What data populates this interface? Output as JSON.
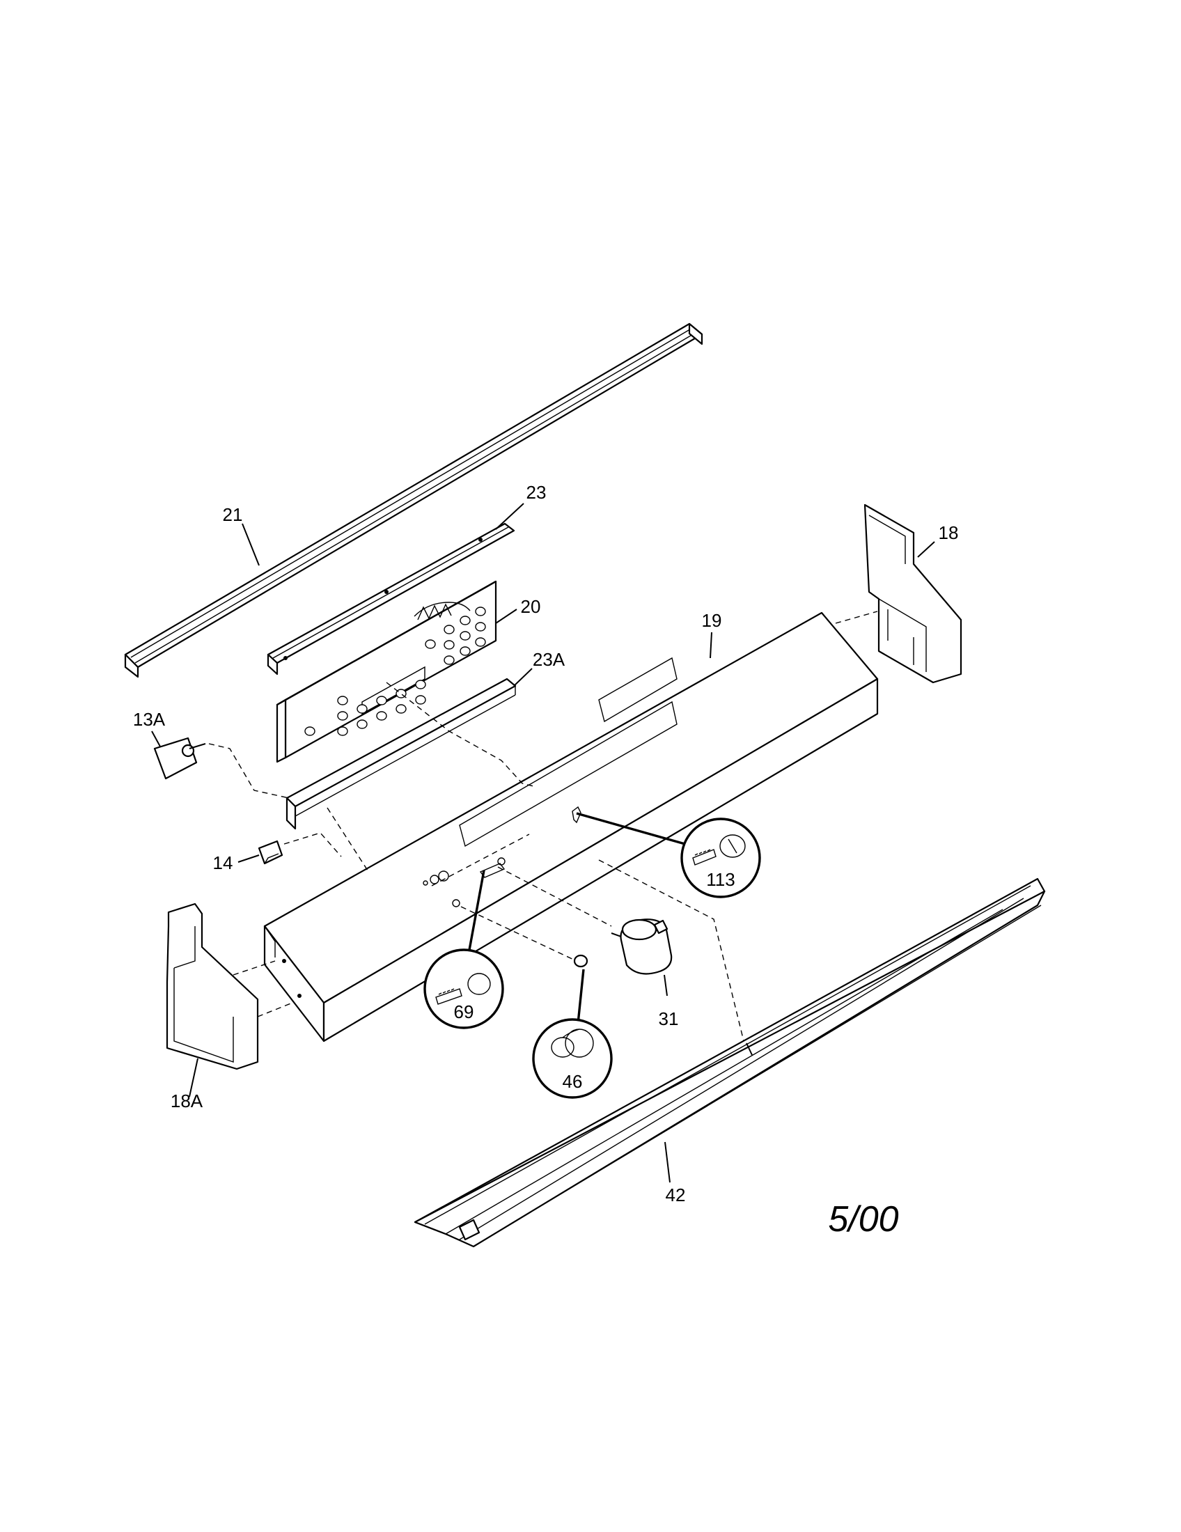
{
  "diagram": {
    "parts": [
      {
        "id": "21",
        "label": "21"
      },
      {
        "id": "23",
        "label": "23"
      },
      {
        "id": "20",
        "label": "20"
      },
      {
        "id": "23A",
        "label": "23A"
      },
      {
        "id": "19",
        "label": "19"
      },
      {
        "id": "18",
        "label": "18"
      },
      {
        "id": "13A",
        "label": "13A"
      },
      {
        "id": "14",
        "label": "14"
      },
      {
        "id": "113",
        "label": "113"
      },
      {
        "id": "69",
        "label": "69"
      },
      {
        "id": "46",
        "label": "46"
      },
      {
        "id": "31",
        "label": "31"
      },
      {
        "id": "18A",
        "label": "18A"
      },
      {
        "id": "42",
        "label": "42"
      }
    ],
    "date_code": "5/00"
  }
}
